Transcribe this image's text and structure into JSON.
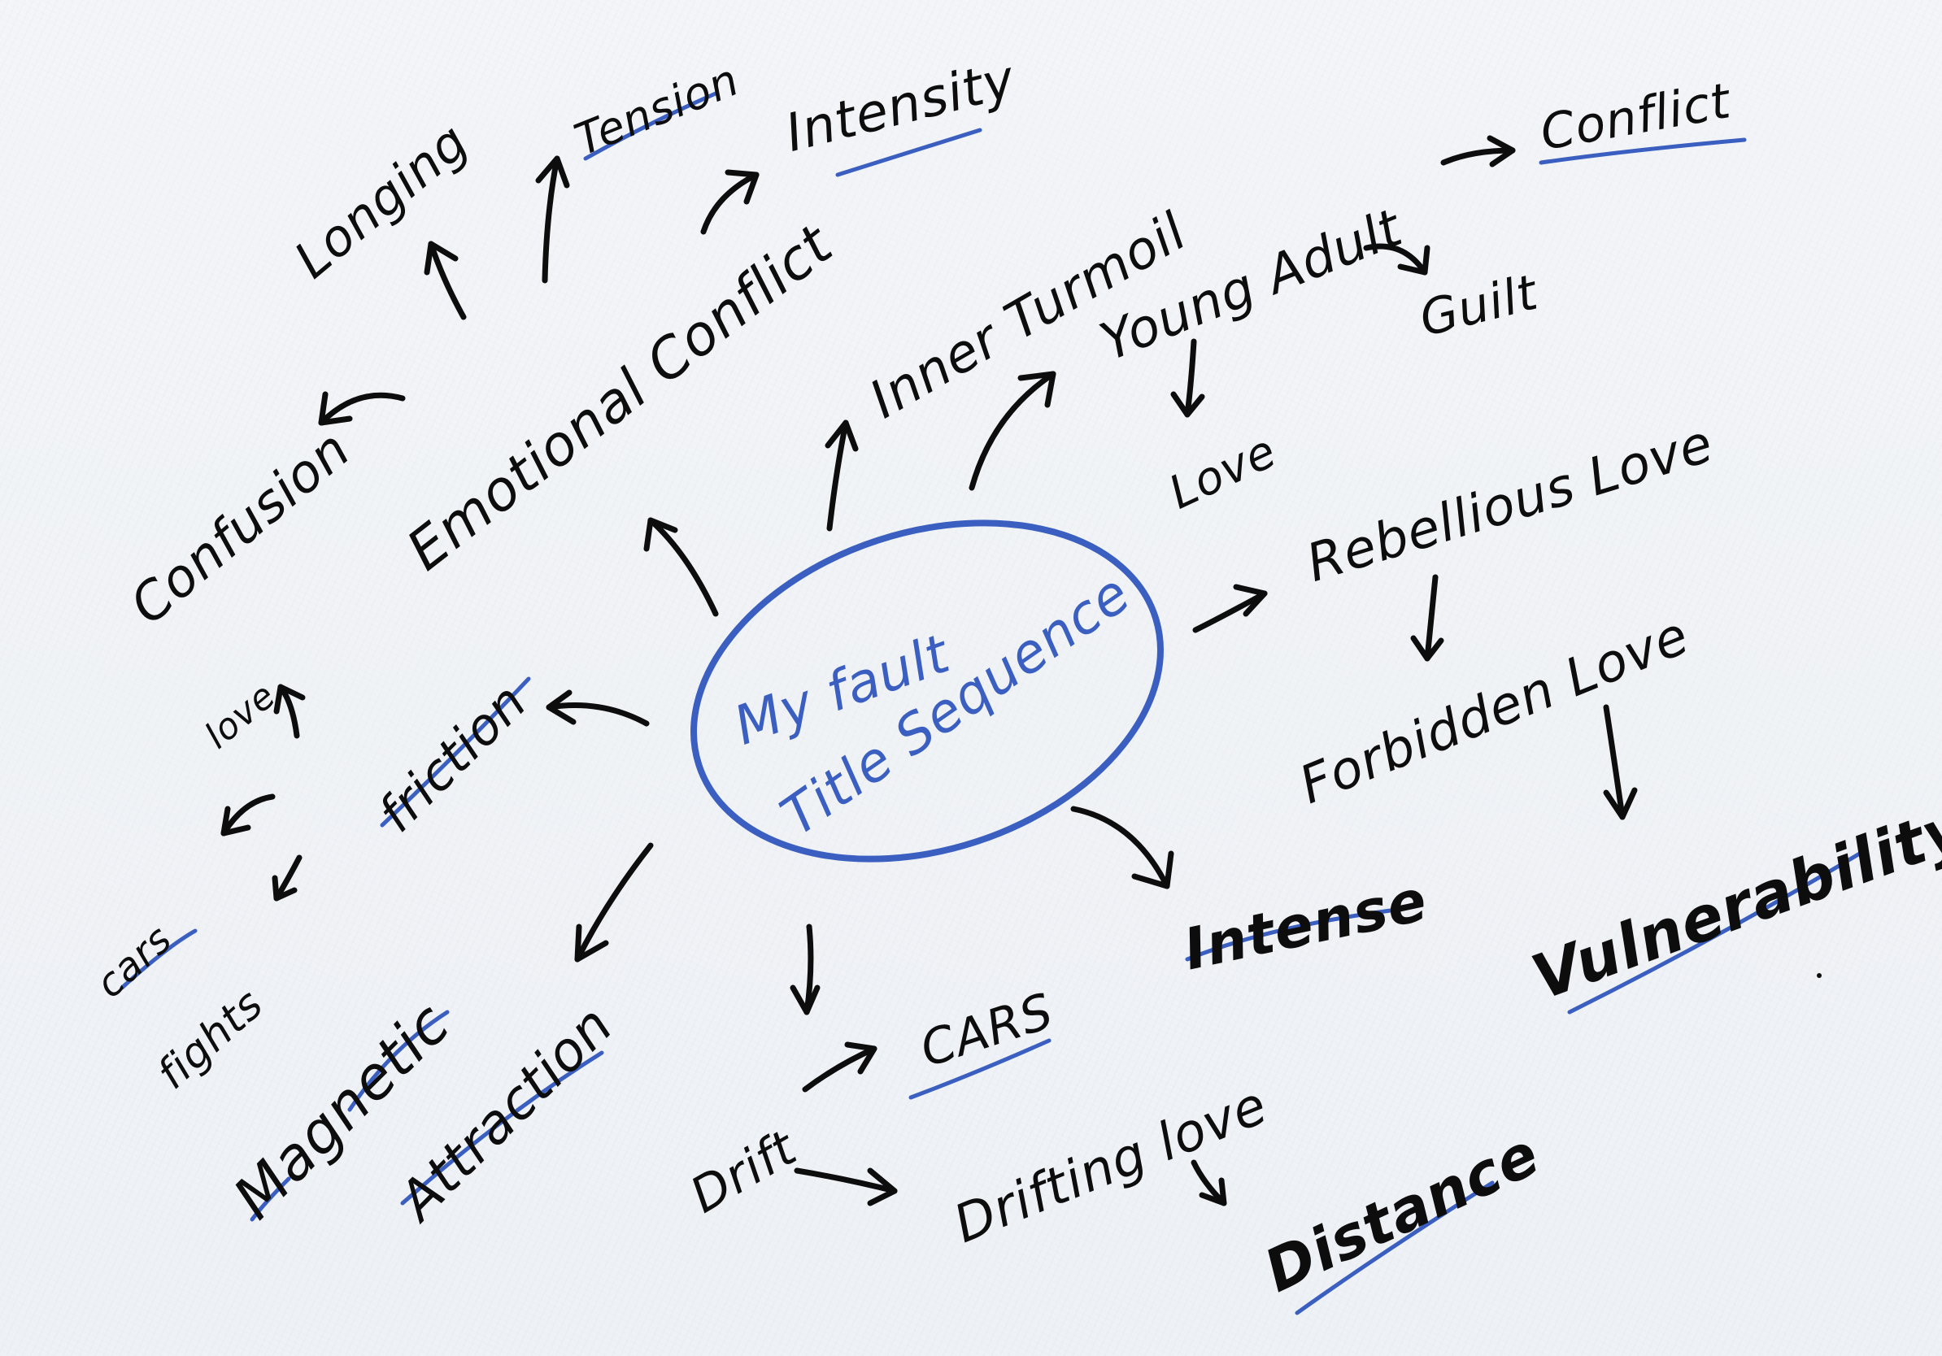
{
  "center": {
    "line1": "My fault",
    "line2": "Title Sequence"
  },
  "words": {
    "longing": "Longing",
    "tension": "Tension",
    "intensity": "Intensity",
    "emotional_conflict": "Emotional Conflict",
    "inner_turmoil": "Inner Turmoil",
    "young_adult": "Young Adult",
    "conflict": "Conflict",
    "guilt": "Guilt",
    "love_young": "Love",
    "confusion": "Confusion",
    "rebellious_love": "Rebellious Love",
    "forbidden_love": "Forbidden Love",
    "vulnerability": "Vulnerability",
    "love_small": "love",
    "friction": "friction",
    "cars_left": "cars",
    "fights": "fights",
    "magnetic": "Magnetic",
    "attraction": "Attraction",
    "intense": "Intense",
    "drift": "Drift",
    "cars_bottom": "CARS",
    "drifting_love": "Drifting love",
    "distance": "Distance"
  },
  "colors": {
    "ink": "#0d0d0d",
    "accent": "#3a5fc0",
    "paper": "#f1f3f6"
  }
}
